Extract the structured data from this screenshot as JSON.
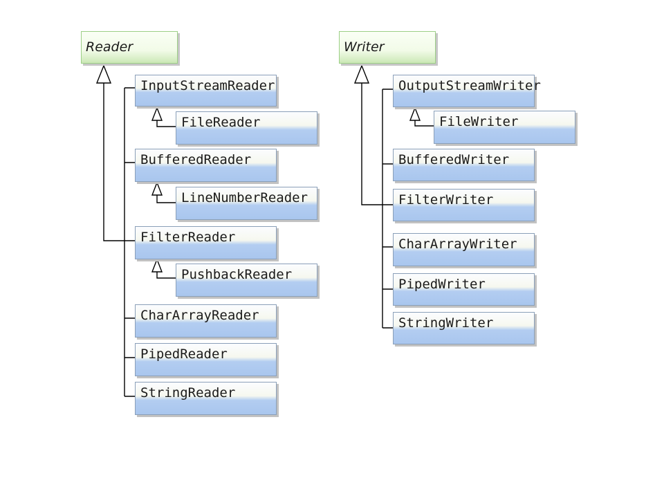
{
  "reader_hierarchy": {
    "root": "Reader",
    "subclasses": [
      "InputStreamReader",
      "FileReader",
      "BufferedReader",
      "LineNumberReader",
      "FilterReader",
      "PushbackReader",
      "CharArrayReader",
      "PipedReader",
      "StringReader"
    ]
  },
  "writer_hierarchy": {
    "root": "Writer",
    "subclasses": [
      "OutputStreamWriter",
      "FileWriter",
      "BufferedWriter",
      "FilterWriter",
      "CharArrayWriter",
      "PipedWriter",
      "StringWriter"
    ]
  }
}
